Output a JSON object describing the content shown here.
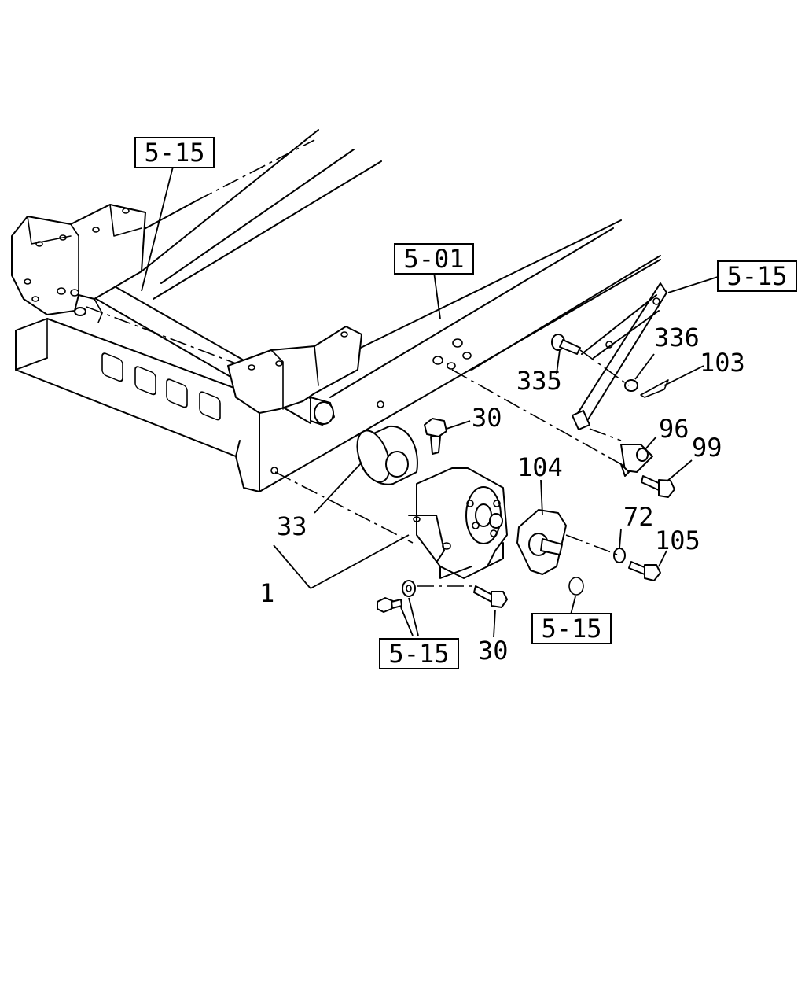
{
  "refs": {
    "r1": "5-15",
    "r2": "5-01",
    "r3": "5-15",
    "r4": "5-15",
    "r5": "5-15"
  },
  "parts": {
    "p30a": "30",
    "p30b": "30",
    "p33": "33",
    "p1": "1",
    "p104": "104",
    "p72": "72",
    "p105": "105",
    "p96": "96",
    "p99": "99",
    "p335": "335",
    "p336": "336",
    "p103": "103"
  }
}
